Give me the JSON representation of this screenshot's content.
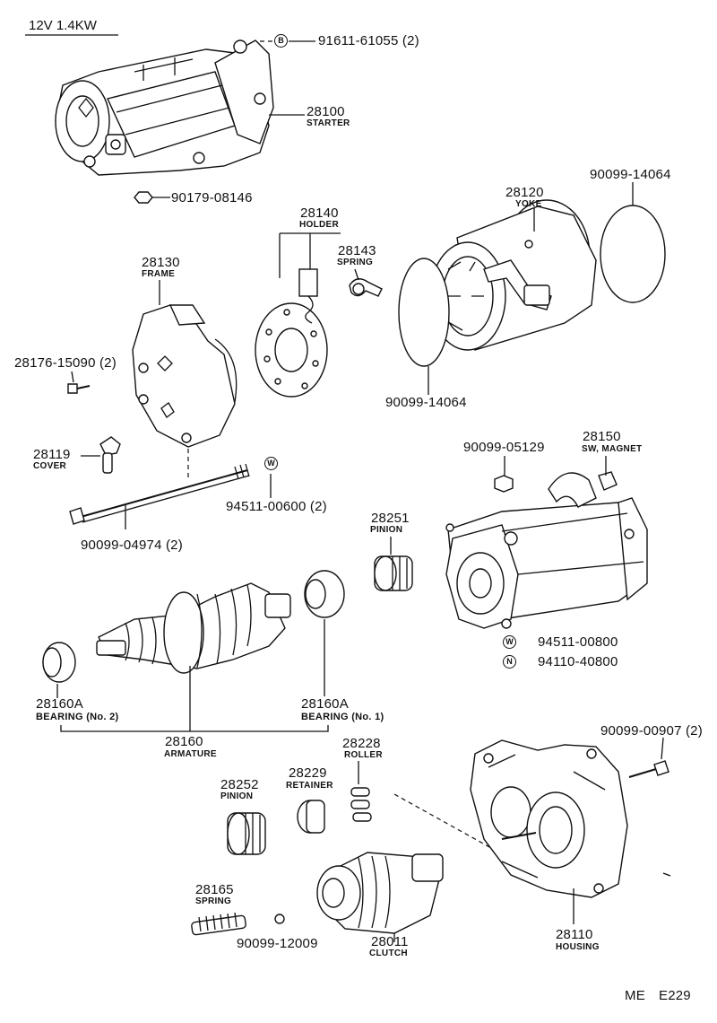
{
  "header": {
    "spec": "12V   1.4KW"
  },
  "footer": {
    "ref_left": "ME",
    "ref_right": "E229"
  },
  "symbols": {
    "b": "B",
    "w1": "W",
    "w2": "W",
    "n": "N"
  },
  "parts": {
    "bolt_91611": {
      "number": "91611-61055 (2)"
    },
    "starter": {
      "number": "28100",
      "name": "STARTER"
    },
    "nut_90179": {
      "number": "90179-08146"
    },
    "yoke": {
      "number": "28120",
      "name": "YOKE"
    },
    "oring_top": {
      "number": "90099-14064"
    },
    "holder": {
      "number": "28140",
      "name": "HOLDER"
    },
    "spring_28143": {
      "number": "28143",
      "name": "SPRING"
    },
    "frame": {
      "number": "28130",
      "name": "FRAME"
    },
    "screw_28176": {
      "number": "28176-15090 (2)"
    },
    "oring_bottom": {
      "number": "90099-14064"
    },
    "cover": {
      "number": "28119",
      "name": "COVER"
    },
    "washer_94511_00600": {
      "number": "94511-00600 (2)"
    },
    "bolt_90099_04974": {
      "number": "90099-04974 (2)"
    },
    "nut_90099_05129": {
      "number": "90099-05129"
    },
    "sw_magnet": {
      "number": "28150",
      "name": "SW, MAGNET"
    },
    "pinion_28251": {
      "number": "28251",
      "name": "PINION"
    },
    "washer_94511_00800": {
      "number": "94511-00800"
    },
    "nut_94110": {
      "number": "94110-40800"
    },
    "bearing_no2": {
      "number": "28160A",
      "name": "BEARING",
      "qualifier": "(No. 2)"
    },
    "bearing_no1": {
      "number": "28160A",
      "name": "BEARING",
      "qualifier": "(No. 1)"
    },
    "armature": {
      "number": "28160",
      "name": "ARMATURE"
    },
    "bolt_90099_00907": {
      "number": "90099-00907 (2)"
    },
    "roller": {
      "number": "28228",
      "name": "ROLLER"
    },
    "retainer": {
      "number": "28229",
      "name": "RETAINER"
    },
    "pinion_28252": {
      "number": "28252",
      "name": "PINION"
    },
    "spring_28165": {
      "number": "28165",
      "name": "SPRING"
    },
    "ball_90099_12009": {
      "number": "90099-12009"
    },
    "clutch": {
      "number": "28011",
      "name": "CLUTCH"
    },
    "housing": {
      "number": "28110",
      "name": "HOUSING"
    }
  }
}
